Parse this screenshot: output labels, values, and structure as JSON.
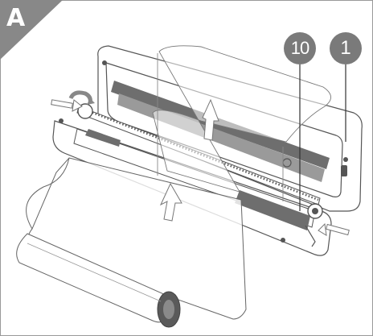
{
  "figure": {
    "panel_label": "A",
    "callouts": [
      {
        "id": "callout-10",
        "text": "10"
      },
      {
        "id": "callout-1",
        "text": "1"
      }
    ],
    "colors": {
      "corner": "#888888",
      "callout": "#7a7a7a",
      "line": "#555555",
      "dark_gray": "#6e6e6e",
      "roll_core": "#5a5a5a"
    }
  }
}
